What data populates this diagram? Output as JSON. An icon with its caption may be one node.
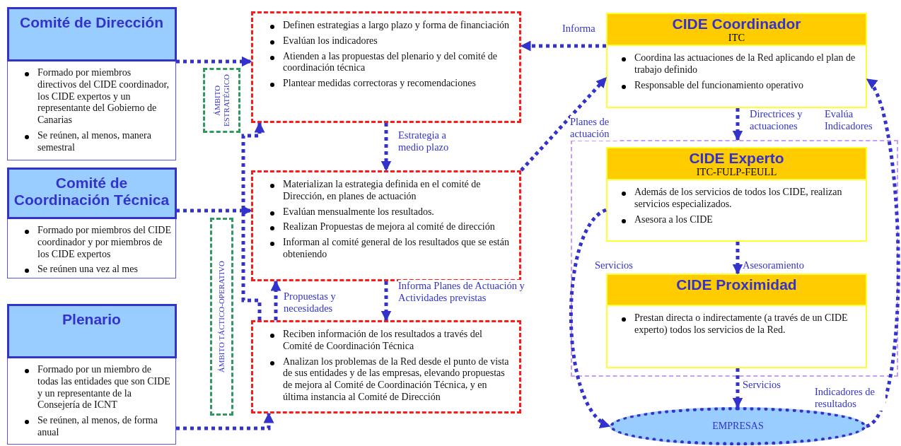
{
  "diagram": {
    "nodes": [
      {
        "text": [
          "Comité de Dirección",
          "Formado por miembros directivos del CIDE coordinador, los CIDE expertos y un representante del Gobierno de Canarias",
          "Se reúnen, al menos, manera semestral"
        ]
      },
      {
        "text": [
          "Comité de Coordinación Técnica",
          "Formado por miembros del CIDE coordinador y por miembros de los CIDE expertos",
          "Se reúnen una vez al mes"
        ]
      },
      {
        "text": [
          "Plenario",
          "Formado por un miembro de todas las entidades que son CIDE y un representante de la Consejería de ICNT",
          "Se reúnen, al menos, de forma anual"
        ]
      },
      {
        "text": [
          "ÁMBITO ESTRATÉGICO"
        ]
      },
      {
        "text": [
          "ÁMBITO TÁCTICO-OPERATIVO"
        ]
      },
      {
        "text": [
          "Definen estrategias a largo plazo y forma de financiación",
          "Evalúan los indicadores",
          "Atienden a las propuestas del plenario y del comité de coordinación técnica",
          "Plantear medidas correctoras y recomendaciones"
        ]
      },
      {
        "text": [
          "Materializan la estrategia definida en el comité de Dirección, en planes de actuación",
          "Evalúan mensualmente los resultados.",
          "Realizan Propuestas de mejora al comité de dirección",
          "Informan al comité general de los resultados que se están obteniendo"
        ]
      },
      {
        "text": [
          "Reciben información de los resultados a través del Comité de Coordinación Técnica",
          "Analizan los problemas de la Red desde el punto de vista de sus entidades y de las empresas, elevando propuestas de mejora al Comité de Coordinación Técnica, y en última instancia al Comité de Dirección"
        ]
      },
      {
        "text": [
          "CIDE Coordinador",
          "ITC",
          "Coordina las actuaciones de la Red aplicando el plan de trabajo definido",
          "Responsable del funcionamiento operativo"
        ]
      },
      {
        "text": [],
        "shape": "box"
      },
      {
        "text": [
          "CIDE Experto",
          "ITC-FULP-FEULL",
          "Además de los servicios de todos los CIDE, realizan servicios especializados.",
          "Asesora a los CIDE"
        ],
        "in": 9
      },
      {
        "text": [
          "CIDE Proximidad",
          "Prestan directa o indirectamente (a través de un CIDE experto) todos los servicios de la Red."
        ],
        "in": 9
      },
      {
        "text": [
          "EMPRESAS"
        ]
      }
    ],
    "edges": [
      {
        "from": 0,
        "to": 5,
        "arrow": "to"
      },
      {
        "from": 1,
        "to": 6,
        "arrow": "to"
      },
      {
        "from": 2,
        "to": 7,
        "arrow": "to"
      },
      {
        "from": 8,
        "to": 5,
        "arrow": "to",
        "label": "Informa"
      },
      {
        "from": 5,
        "to": 6,
        "arrow": "to",
        "label": "Estrategia a medio plazo"
      },
      {
        "from": 7,
        "to": 5,
        "arrow": "to"
      },
      {
        "from": 7,
        "to": 6,
        "arrow": "to",
        "label": "Propuestas y necesidades"
      },
      {
        "from": 6,
        "to": 7,
        "arrow": "to",
        "label": "Informa Planes de Actuación y Actividades previstas"
      },
      {
        "from": 6,
        "to": 8,
        "arrow": "to",
        "label": "Planes de actuación"
      },
      {
        "from": 8,
        "to": 9,
        "arrow": "to",
        "label": "Directrices y actuaciones"
      },
      {
        "from": 10,
        "to": 11,
        "arrow": "to",
        "label": "Asesoramiento"
      },
      {
        "from": 11,
        "to": 12,
        "arrow": "to",
        "label": "Servicios"
      },
      {
        "from": 10,
        "to": 12,
        "arrow": "to",
        "label": "Servicios"
      },
      {
        "from": 12,
        "to": 8,
        "arrow": "to",
        "label": "Indicadores de resultados"
      }
    ],
    "labels": [
      "Evalúa Indicadores"
    ]
  }
}
